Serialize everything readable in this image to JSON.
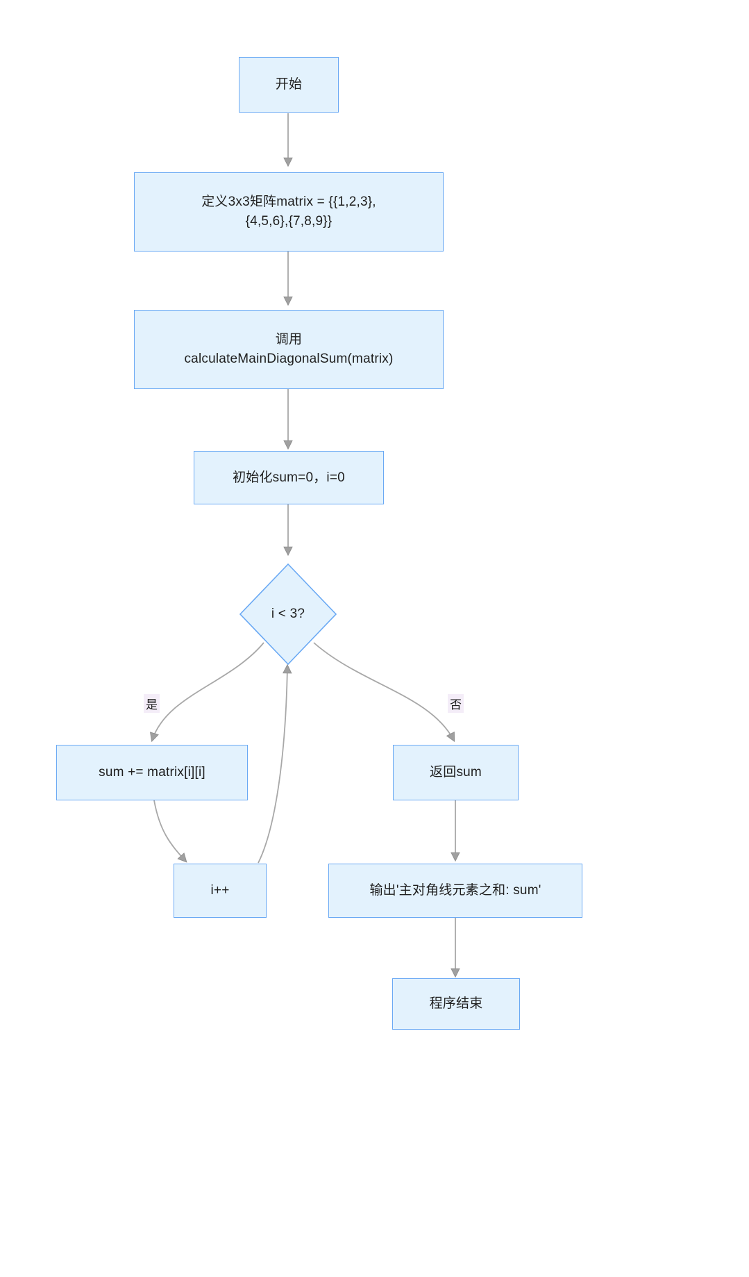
{
  "diagram": {
    "type": "flowchart",
    "direction": "top-to-bottom",
    "title": "",
    "theme": {
      "node_fill": "#e3f2fd",
      "node_stroke": "#6aa9f4",
      "edge_stroke": "#a8a8a8",
      "text_color": "#1f1f1f",
      "edge_label_bg": "#f4edf8",
      "background": "#ffffff"
    },
    "nodes": [
      {
        "id": "start",
        "shape": "rect",
        "label": "开始"
      },
      {
        "id": "define",
        "shape": "rect",
        "label": "定义3x3矩阵matrix = {{1,2,3},\n{4,5,6},{7,8,9}}"
      },
      {
        "id": "call",
        "shape": "rect",
        "label": "调用\ncalculateMainDiagonalSum(matrix)"
      },
      {
        "id": "init",
        "shape": "rect",
        "label": "初始化sum=0，i=0"
      },
      {
        "id": "cond",
        "shape": "diamond",
        "label": "i < 3?"
      },
      {
        "id": "accum",
        "shape": "rect",
        "label": "sum += matrix[i][i]"
      },
      {
        "id": "incr",
        "shape": "rect",
        "label": "i++"
      },
      {
        "id": "ret",
        "shape": "rect",
        "label": "返回sum"
      },
      {
        "id": "output",
        "shape": "rect",
        "label": "输出'主对角线元素之和: sum'"
      },
      {
        "id": "end",
        "shape": "rect",
        "label": "程序结束"
      }
    ],
    "edges": [
      {
        "from": "start",
        "to": "define",
        "label": ""
      },
      {
        "from": "define",
        "to": "call",
        "label": ""
      },
      {
        "from": "call",
        "to": "init",
        "label": ""
      },
      {
        "from": "init",
        "to": "cond",
        "label": ""
      },
      {
        "from": "cond",
        "to": "accum",
        "label": "是"
      },
      {
        "from": "cond",
        "to": "ret",
        "label": "否"
      },
      {
        "from": "accum",
        "to": "incr",
        "label": ""
      },
      {
        "from": "incr",
        "to": "cond",
        "label": ""
      },
      {
        "from": "ret",
        "to": "output",
        "label": ""
      },
      {
        "from": "output",
        "to": "end",
        "label": ""
      }
    ]
  }
}
